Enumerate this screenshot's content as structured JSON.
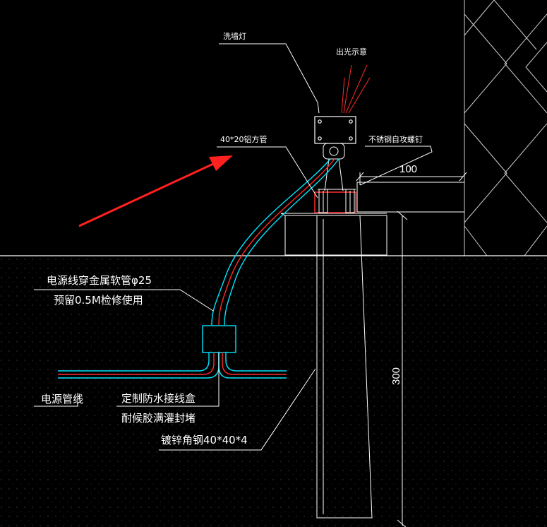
{
  "labels": {
    "lamp": "洗墙灯",
    "light_out": "出光示意",
    "tube": "40*20铝方管",
    "screw": "不锈钢自攻螺钉",
    "conduit_line1": "电源线穿金属软管φ25",
    "conduit_line2": "预留0.5M检修使用",
    "power_line": "电源管线",
    "box_line1": "定制防水接线盒",
    "box_line2": "耐候胶满灌封堵",
    "angle_steel": "镀锌角钢40*40*4"
  },
  "dimensions": {
    "width_mm": "100",
    "depth_mm": "300"
  },
  "colors": {
    "background": "#000000",
    "line": "#ffffff",
    "cable_red": "#ff2a2a",
    "cable_cyan": "#00e5ff",
    "arrow": "#ff2020"
  }
}
